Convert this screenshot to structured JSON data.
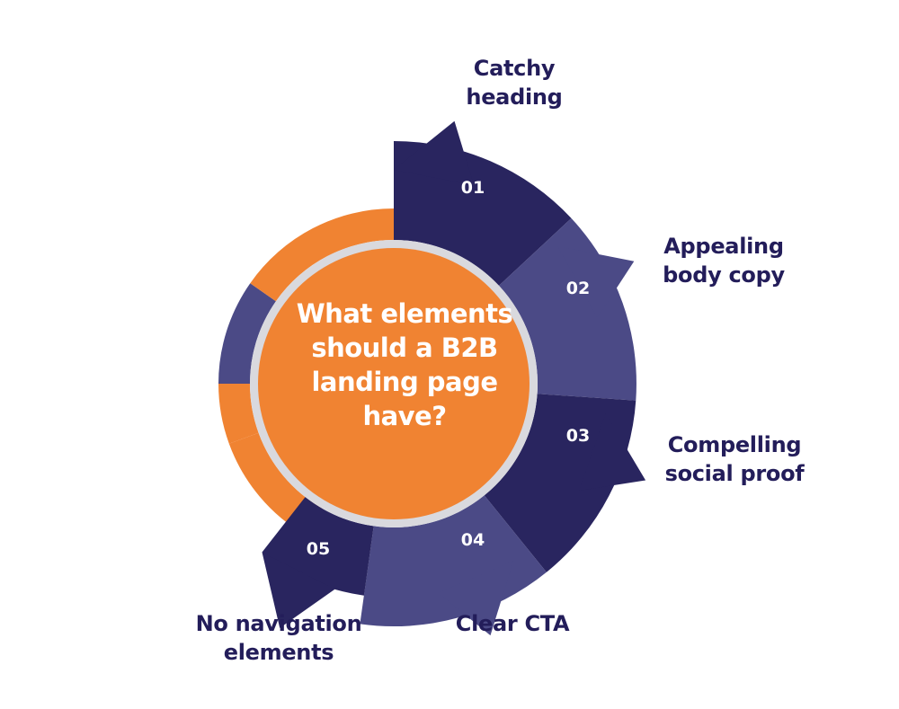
{
  "center": {
    "question": [
      "What elements",
      "should a B2B",
      "landing page",
      "have?"
    ]
  },
  "steps": [
    {
      "number": "01",
      "title": [
        "Catchy",
        "heading"
      ]
    },
    {
      "number": "02",
      "title": [
        "Appealing",
        "body copy"
      ]
    },
    {
      "number": "03",
      "title": [
        "Compelling",
        "social proof"
      ]
    },
    {
      "number": "04",
      "title": [
        "Clear CTA"
      ]
    },
    {
      "number": "05",
      "title": [
        "No navigation",
        "elements"
      ]
    }
  ],
  "colors": {
    "orange": "#f08332",
    "navy": "#29255f",
    "purple": "#4b4a86",
    "ring": "#d9d9de",
    "text": "#231d5a"
  }
}
